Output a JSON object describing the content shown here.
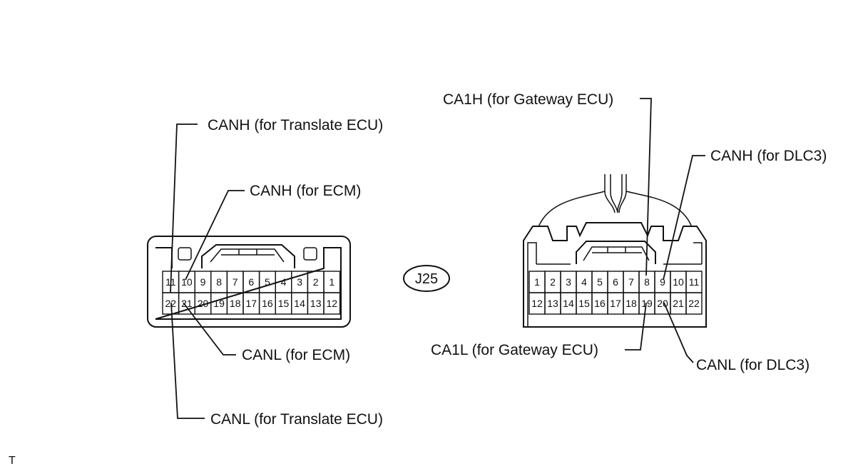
{
  "connector_id": "J25",
  "corner_mark": "T",
  "left_connector": {
    "top_row": [
      "11",
      "10",
      "9",
      "8",
      "7",
      "6",
      "5",
      "4",
      "3",
      "2",
      "1"
    ],
    "bottom_row": [
      "22",
      "21",
      "20",
      "19",
      "18",
      "17",
      "16",
      "15",
      "14",
      "13",
      "12"
    ],
    "labels": {
      "canh_translate": "CANH (for Translate ECU)",
      "canh_ecm": "CANH (for ECM)",
      "canl_ecm": "CANL (for ECM)",
      "canl_translate": "CANL (for Translate ECU)"
    }
  },
  "right_connector": {
    "top_row": [
      "1",
      "2",
      "3",
      "4",
      "5",
      "6",
      "7",
      "8",
      "9",
      "10",
      "11"
    ],
    "bottom_row": [
      "12",
      "13",
      "14",
      "15",
      "16",
      "17",
      "18",
      "19",
      "20",
      "21",
      "22"
    ],
    "labels": {
      "ca1h_gateway": "CA1H (for Gateway ECU)",
      "canh_dlc3": "CANH (for DLC3)",
      "ca1l_gateway": "CA1L (for Gateway ECU)",
      "canl_dlc3": "CANL (for DLC3)"
    }
  }
}
